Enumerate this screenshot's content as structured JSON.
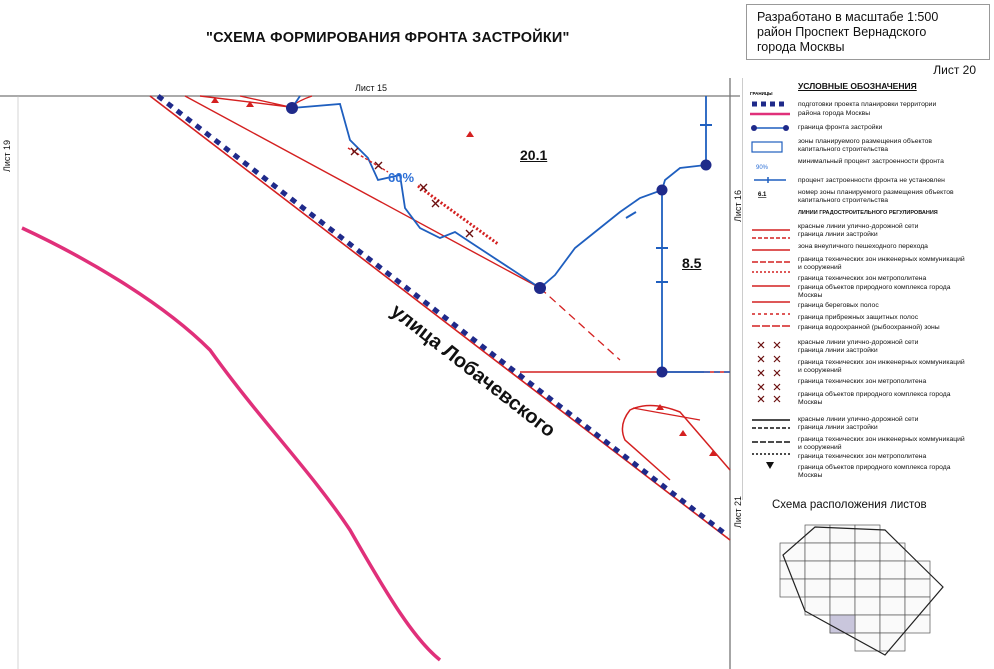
{
  "header": {
    "title": "\"СХЕМА ФОРМИРОВАНИЯ ФРОНТА ЗАСТРОЙКИ\"",
    "info_line1": "Разработано в масштабе 1:500",
    "info_line2": "район Проспект Вернадского",
    "info_line3": "города Москвы",
    "sheet_number": "Лист 20"
  },
  "map": {
    "adjacent_sheets": {
      "top": "Лист 15",
      "left": "Лист 19",
      "right": "Лист 16",
      "bottom_right": "Лист 21"
    },
    "street_label": "улица Лобачевского",
    "zone_labels": [
      {
        "label": "20.1"
      },
      {
        "label": "8.5"
      }
    ],
    "percent_label": "60%",
    "colors": {
      "boundary_dark": "#1f2a8a",
      "frontage_blue": "#1f5fbf",
      "red_line": "#d42020",
      "magenta_line": "#e0307a",
      "grid_gray": "#9a9a9a"
    }
  },
  "legend": {
    "title": "УСЛОВНЫЕ ОБОЗНАЧЕНИЯ",
    "boundaries_header": "ГРАНИЦЫ",
    "items": [
      "подготовки проекта планировки территории",
      "района города Москвы",
      "граница фронта застройки",
      "зоны планируемого размещения объектов капитального строительства",
      "минимальный процент застроенности фронта",
      "процент застроенности фронта не установлен",
      "номер зоны планируемого размещения объектов капитального строительства"
    ],
    "percent_sample": "90%",
    "zone_sample": "6.1",
    "regulation_header": "ЛИНИИ ГРАДОСТРОИТЕЛЬНОГО РЕГУЛИРОВАНИЯ",
    "regulation_items": [
      "красные линии улично-дорожной сети",
      "граница линии застройки",
      "зона внеуличного пешеходного перехода",
      "граница технических зон инженерных коммуникаций и сооружений",
      "граница технических зон метрополитена",
      "граница объектов природного комплекса города Москвы",
      "граница береговых полос",
      "граница прибрежных защитных полос",
      "граница водоохранной (рыбоохранной) зоны"
    ],
    "cancelled_items": [
      "красные линии улично-дорожной сети",
      "граница линии застройки",
      "граница технических зон инженерных коммуникаций и сооружений",
      "граница технических зон метрополитена",
      "граница объектов природного комплекса города Москвы"
    ],
    "existing_items": [
      "красные линии улично-дорожной сети",
      "граница линии застройки",
      "граница технических зон инженерных коммуникаций и сооружений",
      "граница технических зон метрополитена",
      "граница объектов природного комплекса города Москвы"
    ]
  },
  "layout_scheme": {
    "title": "Схема расположения листов"
  }
}
